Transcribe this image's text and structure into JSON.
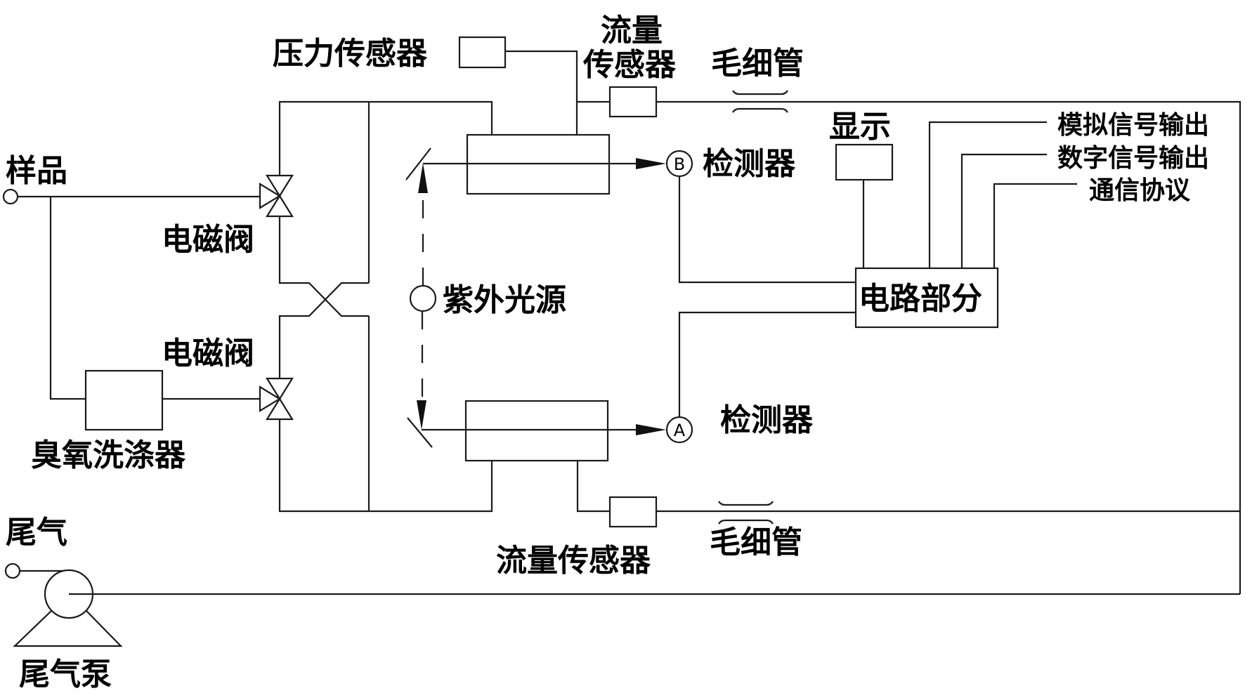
{
  "diagram": {
    "title": "",
    "colors": {
      "line": "#1a1a1a",
      "background": "#ffffff",
      "text": "#000000"
    },
    "labels": {
      "sample": "样品",
      "solenoid_valve_upper": "电磁阀",
      "solenoid_valve_lower": "电磁阀",
      "ozone_scrubber": "臭氧洗涤器",
      "exhaust": "尾气",
      "exhaust_pump": "尾气泵",
      "pressure_sensor": "压力传感器",
      "flow_sensor_top_line1": "流量",
      "flow_sensor_top_line2": "传感器",
      "capillary_top": "毛细管",
      "capillary_bottom": "毛细管",
      "flow_sensor_bottom": "流量传感器",
      "uv_source": "紫外光源",
      "detector_b": "检测器",
      "detector_a": "检测器",
      "detector_b_letter": "B",
      "detector_a_letter": "A",
      "display": "显示",
      "circuit": "电路部分",
      "analog_output": "模拟信号输出",
      "digital_output": "数字信号输出",
      "comm_protocol": "通信协议"
    }
  }
}
